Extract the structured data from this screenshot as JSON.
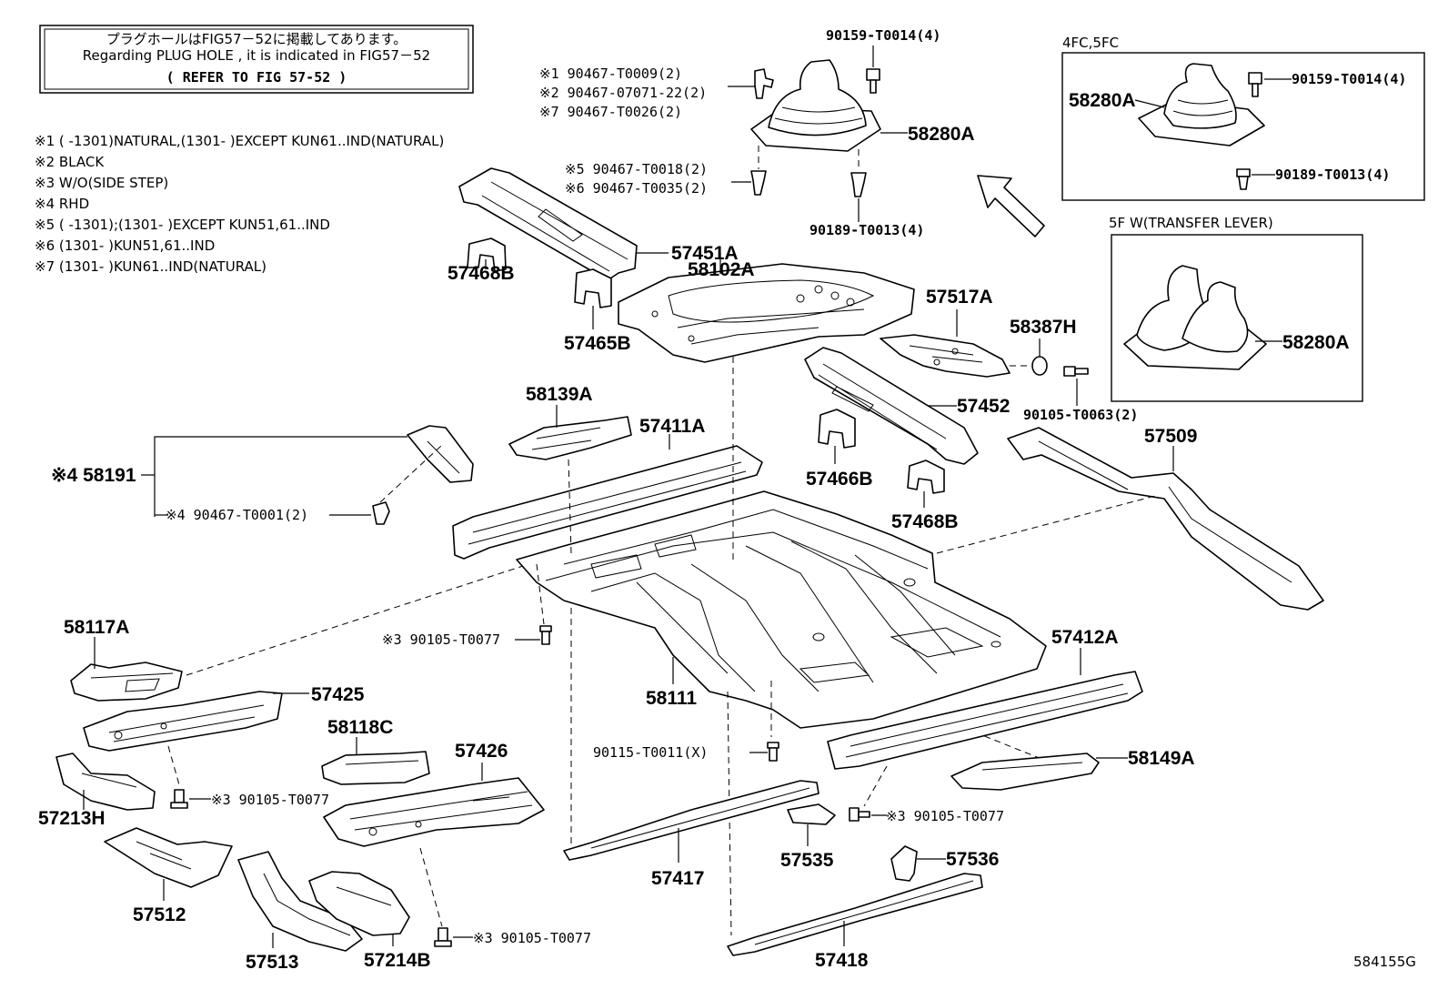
{
  "header_box": {
    "line1": "プラグホールはFIG57－52に掲載してあります。",
    "line2": "Regarding PLUG HOLE , it is indicated in FIG57－52",
    "line3": "(      REFER TO FIG 57-52        )"
  },
  "notes": [
    "※1 (      -1301)NATURAL,(1301-        )EXCEPT KUN61..IND(NATURAL)",
    "※2 BLACK",
    "※3 W/O(SIDE STEP)",
    "※4 RHD",
    "※5 (      -1301);(1301-        )EXCEPT KUN51,61..IND",
    "※6 (1301-        )KUN51,61..IND",
    "※7 (1301-        )KUN61..IND(NATURAL)"
  ],
  "inset_4fc": {
    "title": "4FC,5FC",
    "parts": [
      "58280A",
      "90159-T0014(4)",
      "90189-T0013(4)"
    ]
  },
  "inset_5f": {
    "title": "5F W(TRANSFER LEVER)",
    "parts": [
      "58280A"
    ]
  },
  "labels": {
    "p90159_top": "90159-T0014(4)",
    "p90467_1": "※1 90467-T0009(2)",
    "p90467_2": "※2 90467-07071-22(2)",
    "p90467_7": "※7 90467-T0026(2)",
    "p58280A": "58280A",
    "p90467_5": "※5 90467-T0018(2)",
    "p90467_6": "※6 90467-T0035(2)",
    "p90189": "90189-T0013(4)",
    "p57451A": "57451A",
    "p58102A": "58102A",
    "p57468B_top": "57468B",
    "p57465B": "57465B",
    "p57517A": "57517A",
    "p58387H": "58387H",
    "p90105_T0063": "90105-T0063(2)",
    "p57452": "57452",
    "p58139A": "58139A",
    "p57411A": "57411A",
    "p58191": "※4 58191",
    "p90467_T0001": "※4 90467-T0001(2)",
    "p57466B": "57466B",
    "p57468B_mid": "57468B",
    "p57509": "57509",
    "p58117A": "58117A",
    "p90105_a": "※3 90105-T0077",
    "p57425": "57425",
    "p58118C": "58118C",
    "p58111": "58111",
    "p57412A": "57412A",
    "p90105_b": "※3 90105-T0077",
    "p57426": "57426",
    "p90115": "90115-T0011(X)",
    "p58149A": "58149A",
    "p57213H": "57213H",
    "p90105_c": "※3 90105-T0077",
    "p57535": "57535",
    "p57417": "57417",
    "p57536": "57536",
    "p57512": "57512",
    "p90105_d": "※3 90105-T0077",
    "p57513": "57513",
    "p57214B": "57214B",
    "p57418": "57418",
    "figure_code": "584155G"
  }
}
